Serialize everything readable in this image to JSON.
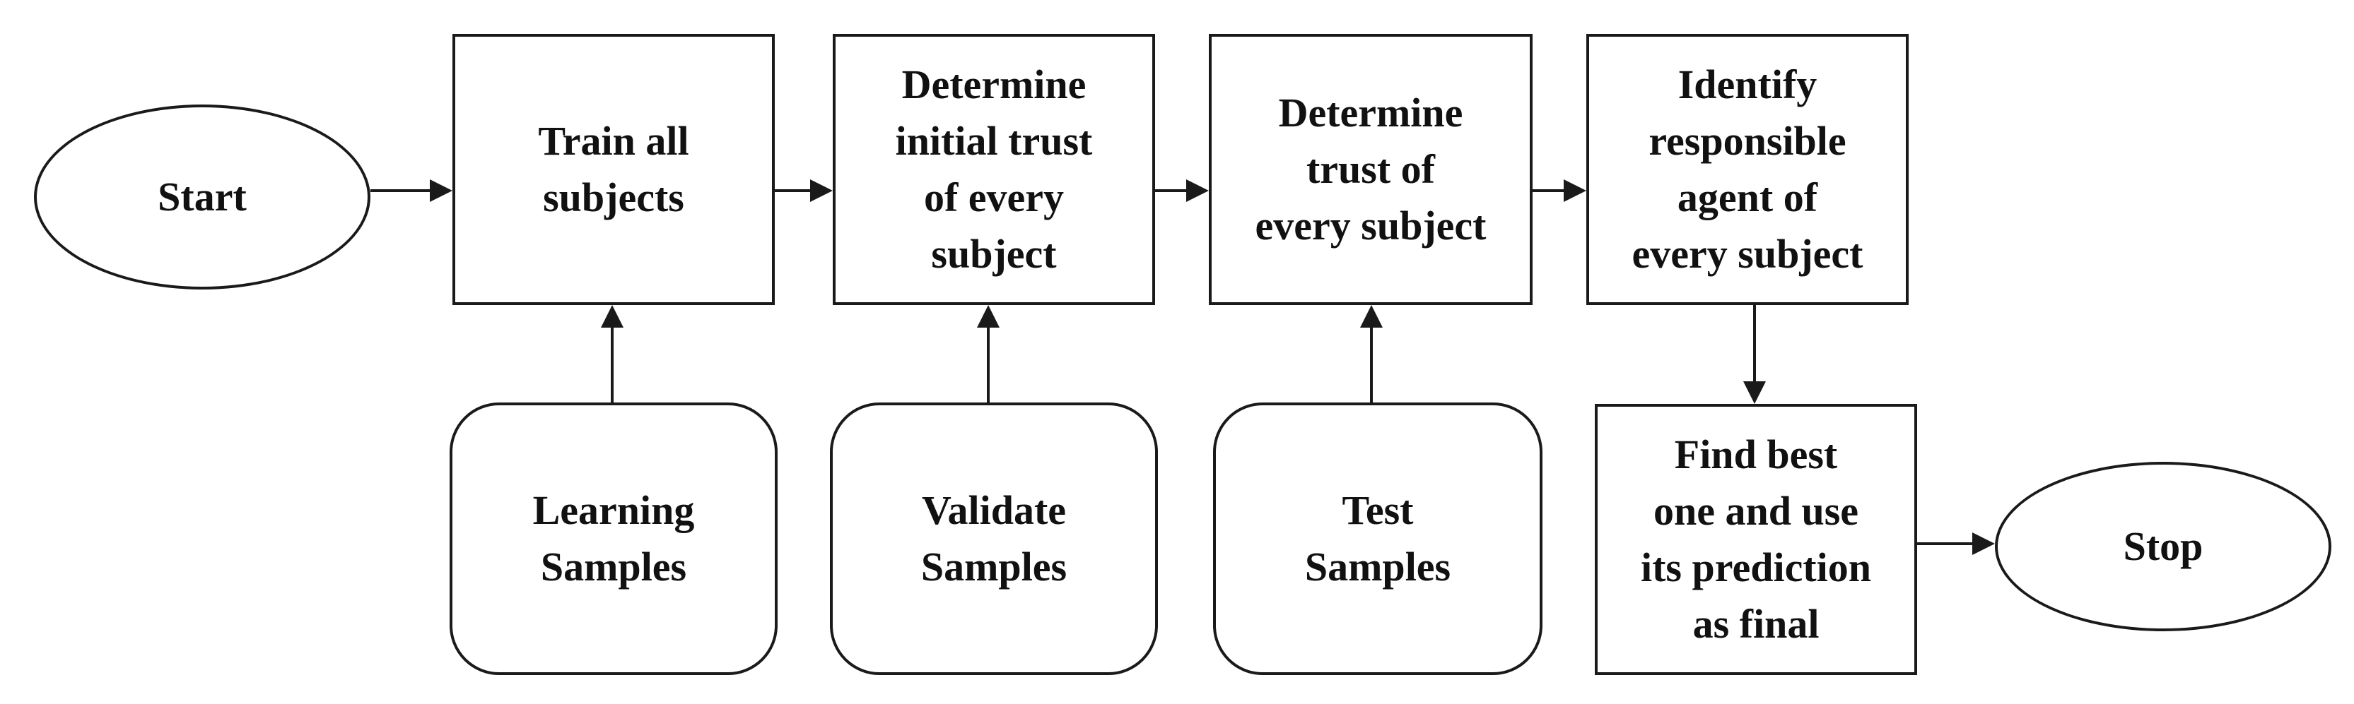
{
  "diagram": {
    "start_label": "Start",
    "stop_label": "Stop",
    "steps": {
      "train": "Train all\nsubjects",
      "initial_trust": "Determine\ninitial trust\nof every\nsubject",
      "trust": "Determine\ntrust of\nevery subject",
      "identify": "Identify\nresponsible\nagent of\nevery subject",
      "find_best": "Find best\none and use\nits prediction\nas final"
    },
    "samples": {
      "learning": "Learning\nSamples",
      "validate": "Validate\nSamples",
      "test": "Test\nSamples"
    },
    "colors": {
      "stroke": "#1a1a1a",
      "text": "#111111",
      "background": "#ffffff"
    }
  }
}
